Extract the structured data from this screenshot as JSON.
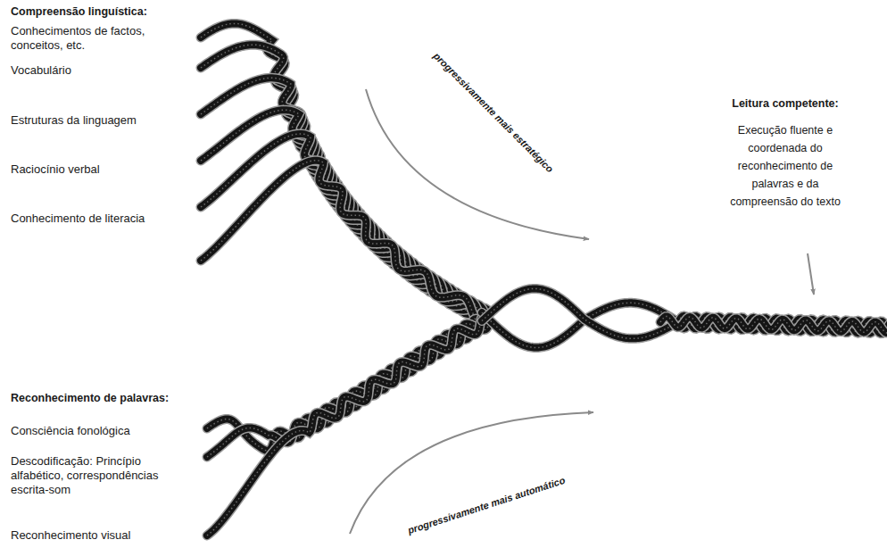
{
  "diagram": {
    "labels": [
      "Compreensão linguística:",
      "Conhecimentos de factos, conceitos, etc.",
      "Vocabulário",
      "Estruturas da linguagem",
      "Raciocínio verbal",
      "Conhecimento de literacia",
      "progressivamente mais estratégico",
      "Leitura competente:",
      "Execução fluente e coordenada do reconhecimento de palavras e da compreensão do texto",
      "Reconhecimento de palavras:",
      "Consciência fonológica",
      "Descodificação: Princípio alfabético, correspondências escrita-som",
      "progressivamente mais automático",
      "Reconhecimento visual"
    ]
  }
}
